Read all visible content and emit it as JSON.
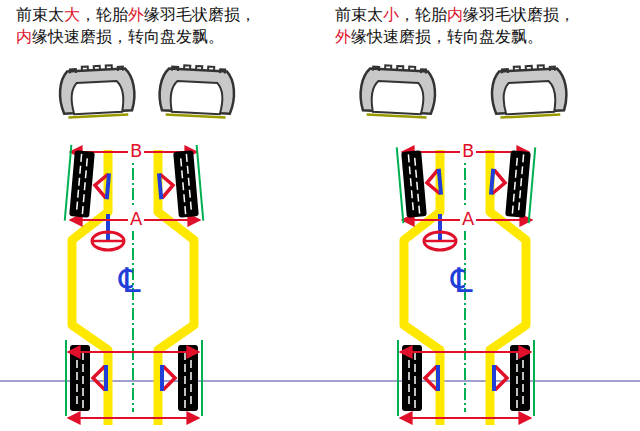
{
  "diagram": {
    "labels": [
      "前束太大，轮胎外缘羽毛状磨损，内缘快速磨损，转向盘发飘。",
      "前束太小，轮胎内缘羽毛状磨损，外缘快速磨损，转向盘发飘。",
      "B",
      "A",
      "℄",
      "B",
      "A",
      "℄"
    ]
  }
}
